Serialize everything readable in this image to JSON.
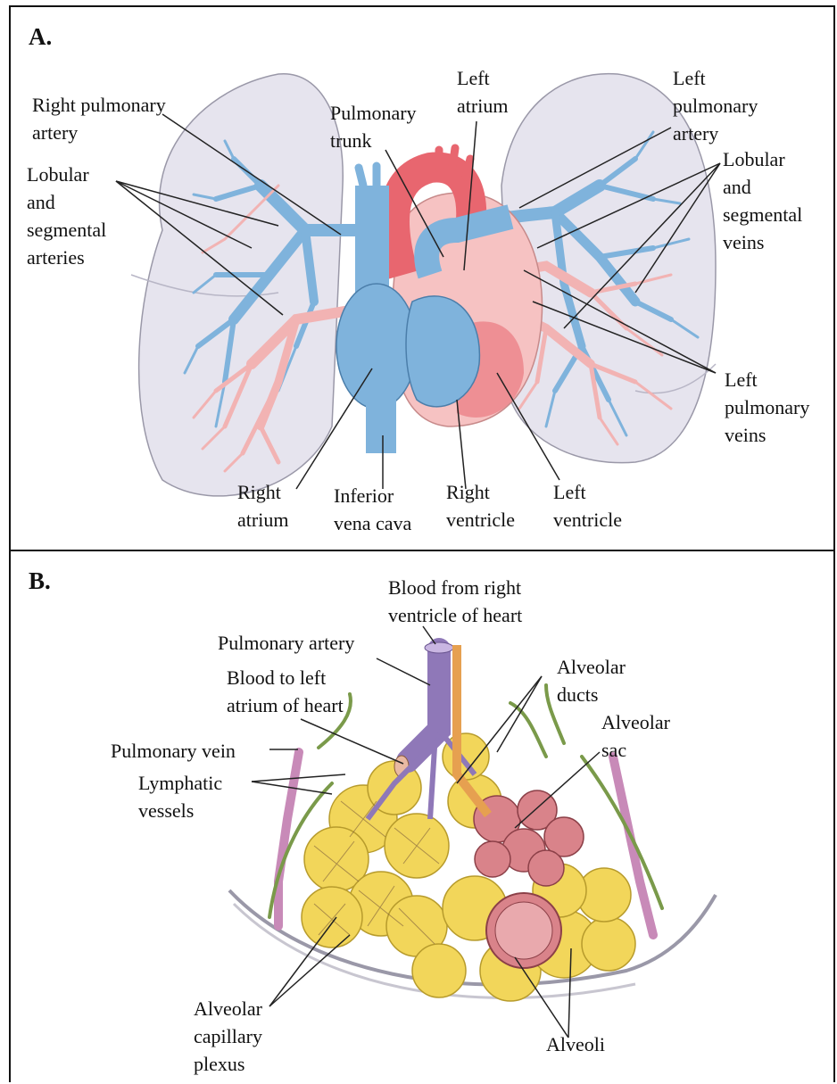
{
  "panelA": {
    "letter": "A.",
    "labels": {
      "right_pulmonary_artery": "Right pulmonary\nartery",
      "lobular_arteries": "Lobular\nand\nsegmental\narteries",
      "pulmonary_trunk": "Pulmonary\ntrunk",
      "left_atrium": "Left\natrium",
      "left_pulmonary_artery": "Left\npulmonary\nartery",
      "lobular_veins": "Lobular\nand\nsegmental\nveins",
      "left_pulmonary_veins": "Left\npulmonary\nveins",
      "right_atrium": "Right\natrium",
      "inferior_vena_cava": "Inferior\nvena cava",
      "right_ventricle": "Right\nventricle",
      "left_ventricle": "Left\nventricle"
    }
  },
  "panelB": {
    "letter": "B.",
    "labels": {
      "blood_from_rv": "Blood from right\nventricle of heart",
      "pulmonary_artery": "Pulmonary artery",
      "blood_to_la": "Blood to left\natrium of heart",
      "alveolar_ducts": "Alveolar\nducts",
      "alveolar_sac": "Alveolar\nsac",
      "pulmonary_vein": "Pulmonary vein",
      "lymphatic_vessels": "Lymphatic\nvessels",
      "alveolar_capillary_plexus": "Alveolar\ncapillary\nplexus",
      "alveoli": "Alveoli"
    }
  },
  "colors": {
    "lung": "#e6e4ee",
    "lung_edge": "#9a98a8",
    "artery_blue": "#7fb3dc",
    "vein_pink": "#f2b3b3",
    "heart_red": "#e8666f",
    "heart_pink": "#f6c2c2",
    "alveolus_yellow": "#f2d65a",
    "sac_pink": "#d9838a",
    "pa_purple": "#8f78b8",
    "lymph_green": "#7a9a4a"
  }
}
